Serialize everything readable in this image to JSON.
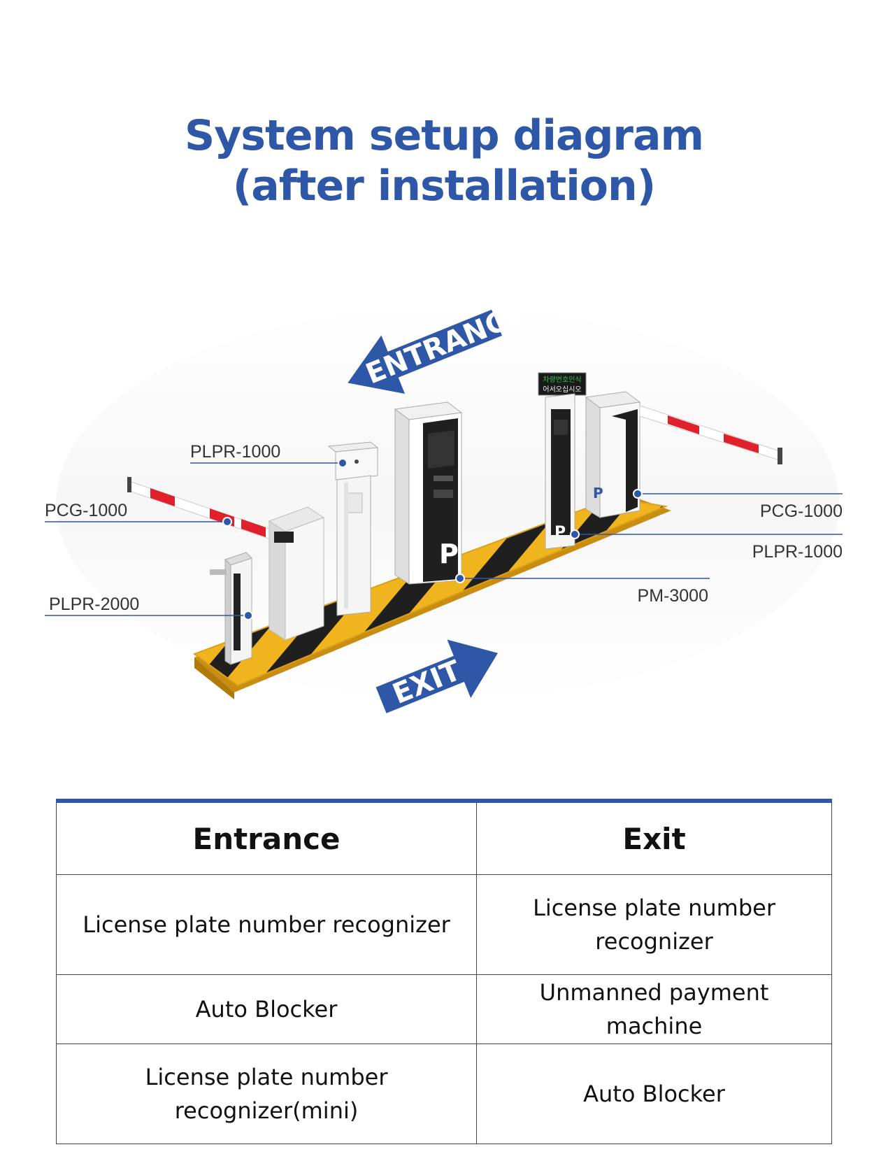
{
  "title": {
    "line1": "System setup diagram",
    "line2": "(after installation)"
  },
  "diagram": {
    "arrows": {
      "entrance": "ENTRANCE",
      "exit": "EXIT"
    },
    "display_text": {
      "line1": "차량번호인식",
      "line2": "어서오십시오"
    },
    "labels": {
      "plpr_1000_left": "PLPR-1000",
      "pcg_1000_left": "PCG-1000",
      "plpr_2000": "PLPR-2000",
      "pcg_1000_right": "PCG-1000",
      "plpr_1000_right": "PLPR-1000",
      "pm_3000": "PM-3000"
    },
    "colors": {
      "accent": "#2f57a8",
      "hazard_yellow": "#f0b51e",
      "hazard_black": "#1f1f1f",
      "barrier_red": "#e0202a"
    }
  },
  "table": {
    "headers": {
      "entrance": "Entrance",
      "exit": "Exit"
    },
    "rows": [
      {
        "entrance": "License plate number recognizer",
        "exit": "License plate number recognizer"
      },
      {
        "entrance": "Auto Blocker",
        "exit": "Unmanned payment machine"
      },
      {
        "entrance": "License plate number recognizer(mini)",
        "exit": "Auto Blocker"
      }
    ]
  }
}
